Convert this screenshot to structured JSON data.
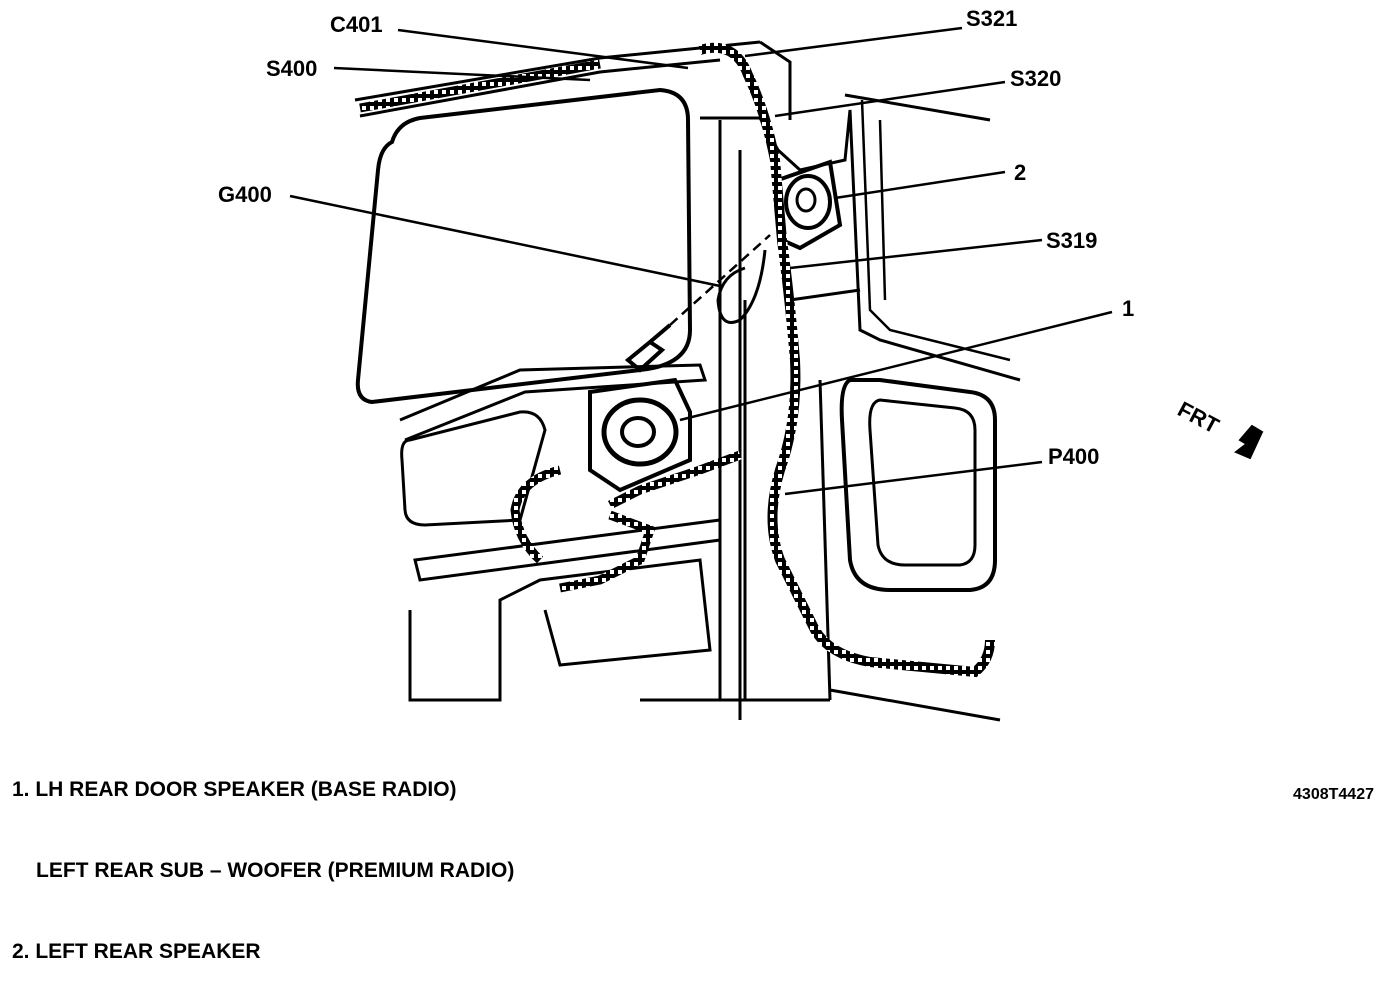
{
  "callouts": {
    "c401": "C401",
    "s400": "S400",
    "g400": "G400",
    "s321": "S321",
    "s320": "S320",
    "item2": "2",
    "s319": "S319",
    "item1": "1",
    "p400": "P400",
    "frt": "FRT"
  },
  "legend": {
    "line1": "1. LH REAR DOOR SPEAKER (BASE RADIO)",
    "line2": "LEFT REAR SUB – WOOFER (PREMIUM RADIO)",
    "line3": "2. LEFT REAR SPEAKER"
  },
  "figure_code": "4308T4427"
}
